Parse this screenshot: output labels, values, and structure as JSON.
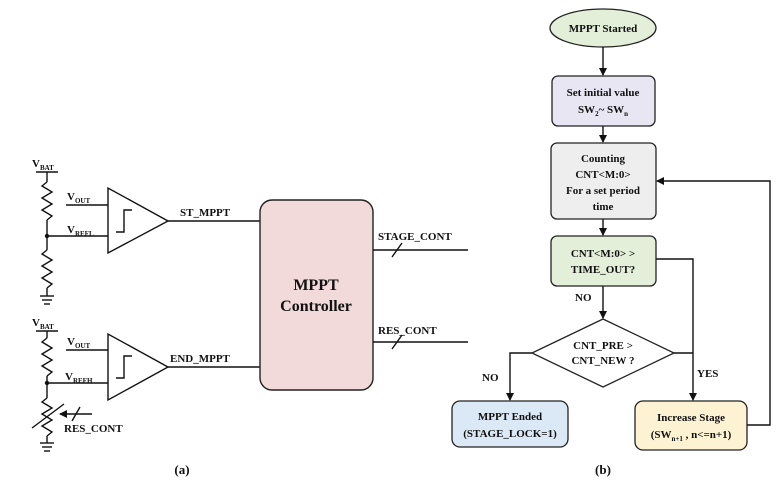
{
  "panel_a": {
    "caption": "(a)",
    "top": {
      "vbat": {
        "main": "V",
        "sub": "BAT"
      },
      "vout": {
        "main": "V",
        "sub": "OUT"
      },
      "vref": {
        "main": "V",
        "sub": "REFL"
      },
      "output_label": "ST_MPPT"
    },
    "bottom": {
      "vbat": {
        "main": "V",
        "sub": "BAT"
      },
      "vout": {
        "main": "V",
        "sub": "OUT"
      },
      "vref": {
        "main": "V",
        "sub": "REFH"
      },
      "output_label": "END_MPPT",
      "res_label": "RES_CONT"
    },
    "controller": {
      "line1": "MPPT",
      "line2": "Controller"
    },
    "outputs": {
      "stage": "STAGE_CONT",
      "res": "RES_CONT"
    },
    "colors": {
      "controller_fill": "#f2d9da"
    }
  },
  "panel_b": {
    "caption": "(b)",
    "nodes": {
      "start": {
        "line1": "MPPT Started"
      },
      "init": {
        "line1": "Set initial value",
        "line2": "SW",
        "line2_sub1": "2",
        "line2_mid": "~ SW",
        "line2_sub2": "n"
      },
      "count": {
        "line1": "Counting",
        "line2": "CNT<M:0>",
        "line3": "For a set period",
        "line4": "time"
      },
      "timeout": {
        "line1": "CNT<M:0> >",
        "line2": "TIME_OUT?"
      },
      "compare": {
        "line1": "CNT_PRE >",
        "line2": "CNT_NEW ?"
      },
      "ended": {
        "line1": "MPPT Ended",
        "line2": "(STAGE_LOCK=1)"
      },
      "increase": {
        "line1": "Increase Stage",
        "line2_a": "(SW",
        "line2_sub": "n+1",
        "line2_b": " , n<=n+1)"
      }
    },
    "edges": {
      "no1": "NO",
      "no2": "NO",
      "yes": "YES"
    },
    "colors": {
      "start": "#e3efd8",
      "init": "#e8e6f2",
      "count": "#eeeeee",
      "timeout": "#e3efd8",
      "compare": "#ffffff",
      "ended": "#dbe9f6",
      "increase": "#fdf2d2"
    }
  }
}
